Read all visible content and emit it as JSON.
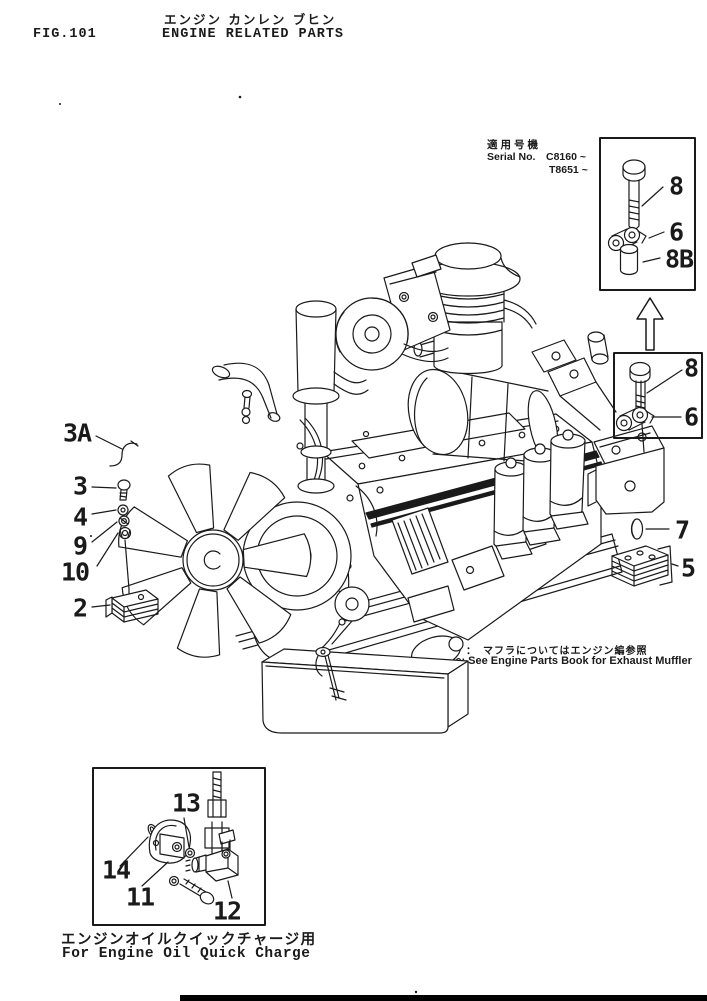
{
  "page": {
    "fig_label": "FIG.101",
    "title_jp": "エンジン カンレン ブヒン",
    "title_en": "ENGINE RELATED PARTS"
  },
  "serial": {
    "label_jp": "適用号機",
    "label_en": "Serial No.",
    "range_start": "C8160 ~",
    "range_end": "T8651 ~"
  },
  "note": {
    "jp": "注　：　マフラについてはエンジン編参照",
    "en": "Note:  See Engine Parts Book for Exhaust Muffler"
  },
  "quick_charge": {
    "caption_jp": "エンジンオイルクイックチャージ用",
    "caption_en": "For  Engine  Oil  Quick  Charge"
  },
  "callouts": {
    "c2": "2",
    "c3": "3",
    "c3a": "3A",
    "c4": "4",
    "c5": "5",
    "c6_box1": "6",
    "c6_box2": "6",
    "c7": "7",
    "c8_box1": "8",
    "c8_box2": "8",
    "c8b": "8B",
    "c9": "9",
    "c10": "10",
    "c11": "11",
    "c12": "12",
    "c13": "13",
    "c14": "14"
  },
  "colors": {
    "ink": "#1a1a1a",
    "paper": "#ffffff"
  }
}
